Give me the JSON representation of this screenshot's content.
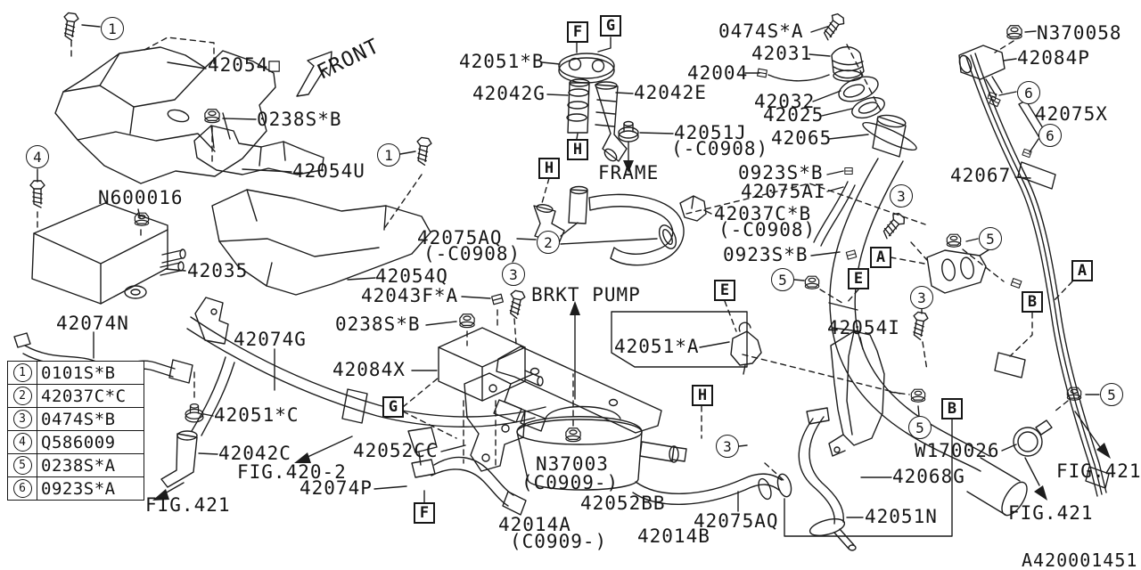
{
  "drawing": {
    "doc_number": "A420001451",
    "description": "Fuel piping exploded parts diagram"
  },
  "labels": {
    "p42054": "42054□",
    "p0238SB": "0238S*B",
    "p42054U": "42054U",
    "pN600016": "N600016",
    "p42035": "42035",
    "p42074N": "42074N",
    "p42074G": "42074G",
    "p42054Q": "42054Q",
    "p42043FA": "42043F*A",
    "p42084X": "42084X",
    "p42051B": "42051*B",
    "p42042G": "42042G",
    "p42042E": "42042E",
    "p42051J": "42051J",
    "c0908": "(-C0908)",
    "pFRAME": "FRAME",
    "p42075AQ": "42075AQ",
    "pBRKT": "BRKT PUMP",
    "p0474SA": "0474S*A",
    "p42031": "42031",
    "p42004": "42004",
    "p42032": "42032",
    "p42025": "42025",
    "p42065": "42065",
    "pN370058": "N370058",
    "p42084P": "42084P",
    "p42075X": "42075X",
    "p42067": "42067",
    "p0923SB": "0923S*B",
    "p42075AI": "42075AI",
    "p42037CB": "42037C*B",
    "p42054I": "42054I",
    "p42051A": "42051*A",
    "pN37003": "N37003",
    "c0909": "(C0909-)",
    "p42052BB": "42052BB",
    "p42014A": "42014A",
    "p42014B": "42014B",
    "p42051N": "42051N",
    "p42068G": "42068G",
    "pW170026": "W170026",
    "p42051C": "42051*C",
    "p42042C": "42042C",
    "p42074P": "42074P",
    "p42052CC": "42052CC",
    "fig421": "FIG.421",
    "fig4202": "FIG.420-2",
    "front": "FRONT",
    "docnum": "A420001451"
  },
  "callouts": {
    "n1": "1",
    "n2": "2",
    "n3": "3",
    "n4": "4",
    "n5": "5",
    "n6": "6",
    "bA": "A",
    "bB": "B",
    "bE": "E",
    "bF": "F",
    "bG": "G",
    "bH": "H"
  },
  "legend": {
    "rows": [
      {
        "num": "1",
        "code": "0101S*B"
      },
      {
        "num": "2",
        "code": "42037C*C"
      },
      {
        "num": "3",
        "code": "0474S*B"
      },
      {
        "num": "4",
        "code": "Q586009"
      },
      {
        "num": "5",
        "code": "0238S*A"
      },
      {
        "num": "6",
        "code": "0923S*A"
      }
    ]
  }
}
